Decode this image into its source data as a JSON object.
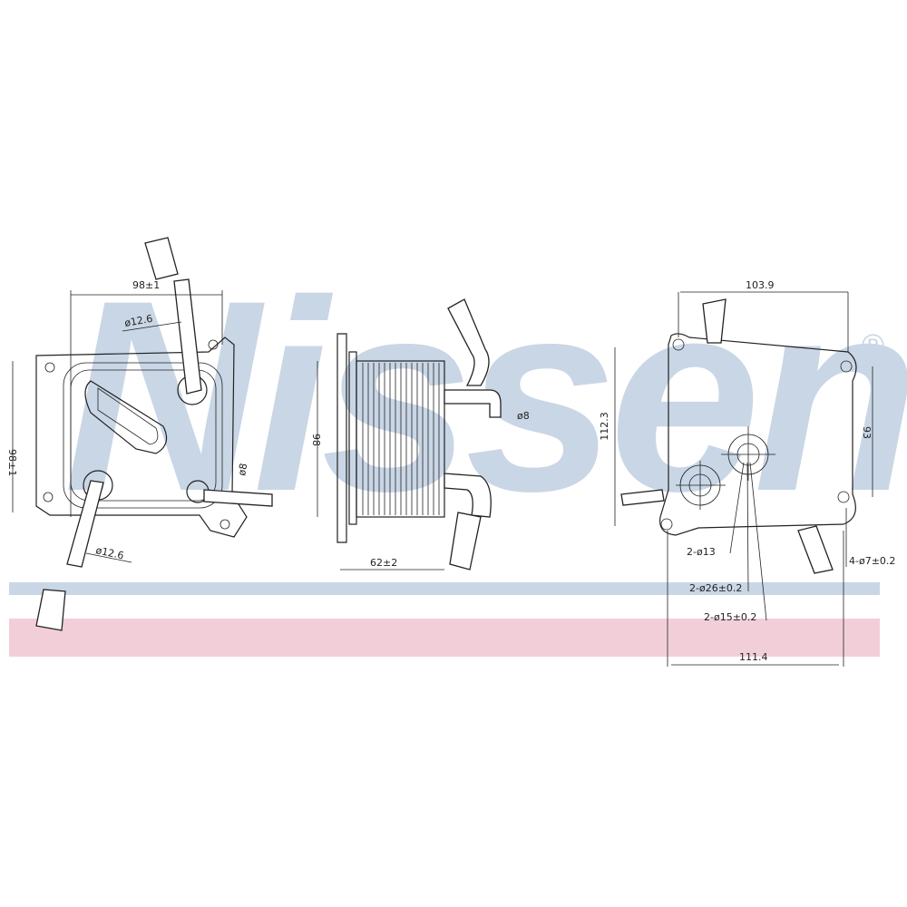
{
  "brand": {
    "watermark": "Nissens",
    "registered": "®",
    "stripe_blue": "#c9d6e6",
    "stripe_pink": "#f2cfd8"
  },
  "front_view": {
    "width_top": "98±1",
    "pipe_top_dia": "ø12.6",
    "height_left": "98±1",
    "pipe_right_dia": "ø8",
    "pipe_bottom_dia": "ø12.6"
  },
  "side_view": {
    "height": "98",
    "depth": "62±2",
    "pipe_dia": "ø8"
  },
  "rear_view": {
    "width_top": "103.9",
    "height_left": "112.3",
    "height_right": "93",
    "hole_a": "2-ø13",
    "hole_b": "2-ø26±0.2",
    "hole_c": "2-ø15±0.2",
    "mount_holes": "4-ø7±0.2",
    "width_bottom": "111.4"
  }
}
